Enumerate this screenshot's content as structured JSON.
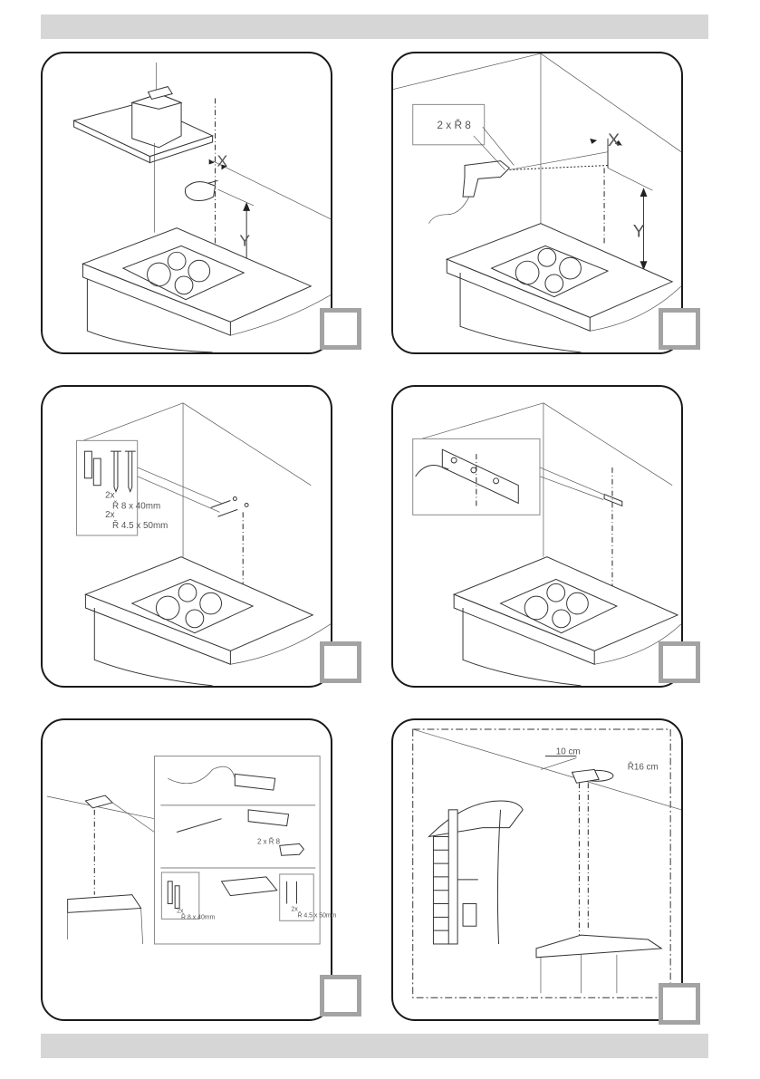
{
  "steps": [
    {
      "id": 1,
      "x_label": "X",
      "y_label": "Y"
    },
    {
      "id": 2,
      "drill_label": "2 x Ř 8",
      "x_label": "X",
      "y_label": "Y"
    },
    {
      "id": 3,
      "plug_label_qty": "2x",
      "plug_label_size": "Ř 8 x 40mm",
      "screw_label_qty": "2x",
      "screw_label_size": "Ř 4.5 x 50mm"
    },
    {
      "id": 4
    },
    {
      "id": 5,
      "drill_label": "2 x Ř 8",
      "plug_label_qty": "2x",
      "plug_label_size": "Ř 8 x 40mm",
      "screw_label_qty": "2x",
      "screw_label_size": "Ř 4.5 x 50mm"
    },
    {
      "id": 6,
      "distance_label": "10 cm",
      "diameter_label": "Ř16 cm"
    }
  ]
}
